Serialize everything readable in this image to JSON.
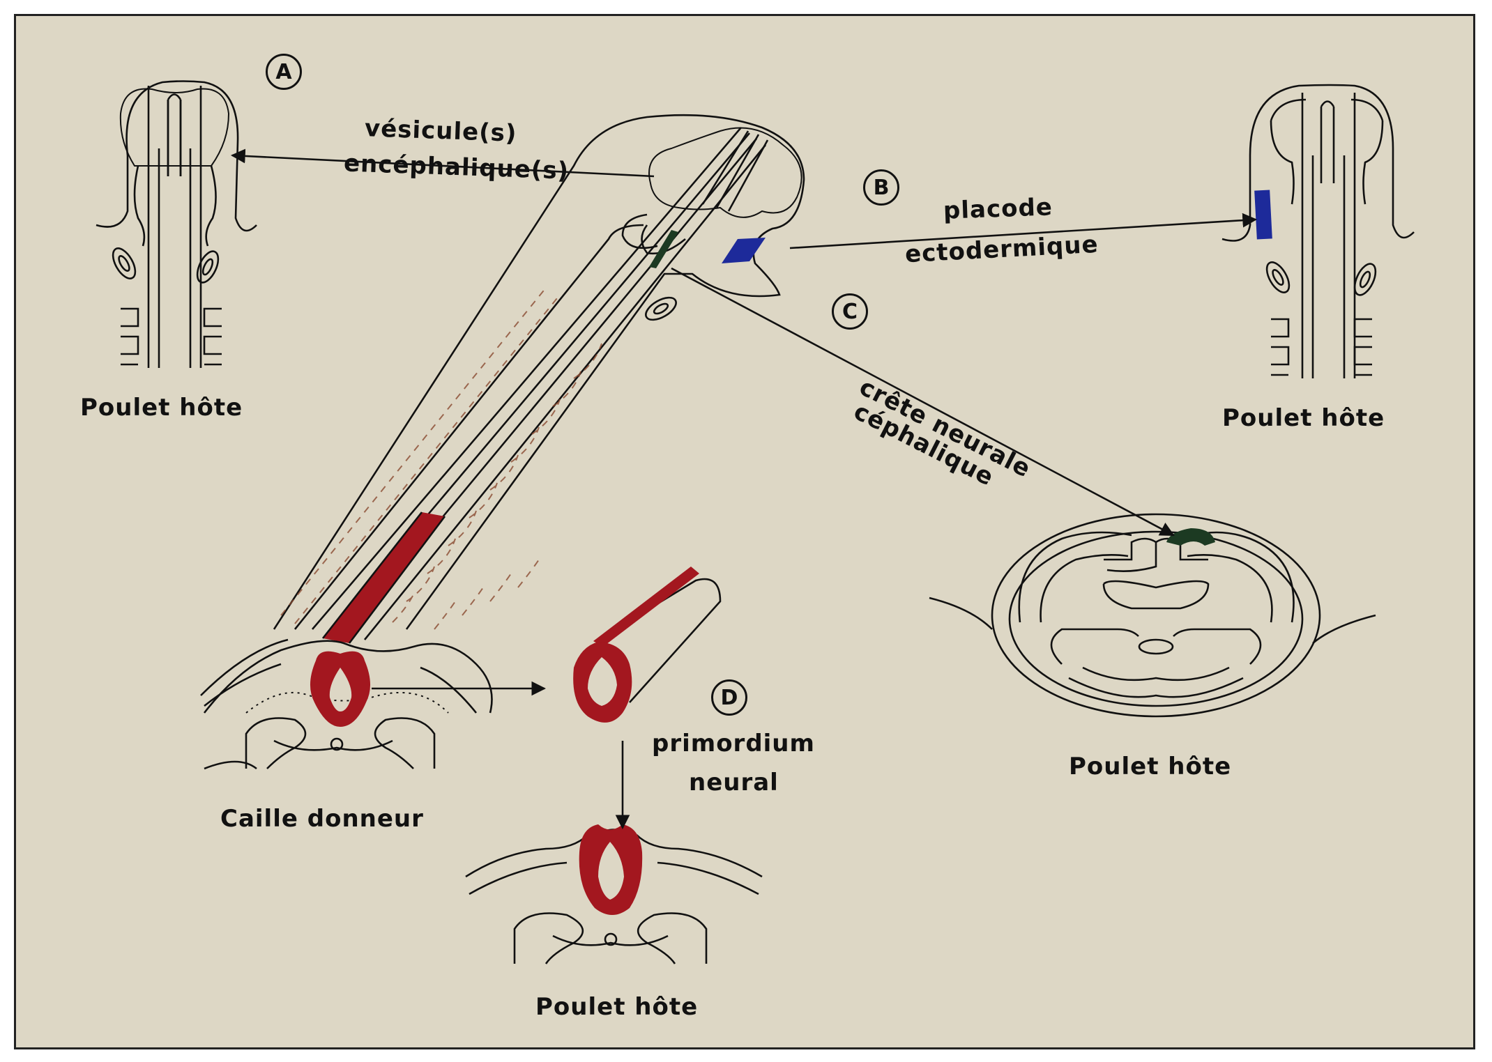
{
  "colors": {
    "paper": "#ddd7c5",
    "brain_vesicle": "#e5c218",
    "placode": "#1d2a9a",
    "neural_crest": "#1c3a22",
    "neural_primordium": "#a3171f",
    "ink": "#111111"
  },
  "panels": {
    "A": {
      "letter": "A",
      "host_label": "Poulet hôte"
    },
    "B": {
      "letter": "B",
      "host_label": "Poulet hôte"
    },
    "C": {
      "letter": "C",
      "host_label": "Poulet hôte"
    },
    "D": {
      "letter": "D",
      "host_label": "Poulet hôte"
    }
  },
  "donor_label": "Caille donneur",
  "arrow_labels": {
    "vesicles_line1": "vésicule(s)",
    "vesicles_line2": "encéphalique(s)",
    "placode_line1": "placode",
    "placode_line2": "ectodermique",
    "crest_line1": "crête neurale",
    "crest_line2": "céphalique",
    "primordium_line1": "primordium",
    "primordium_line2": "neural"
  },
  "icons": [
    "arrow-icon",
    "circled-letter-icon"
  ]
}
